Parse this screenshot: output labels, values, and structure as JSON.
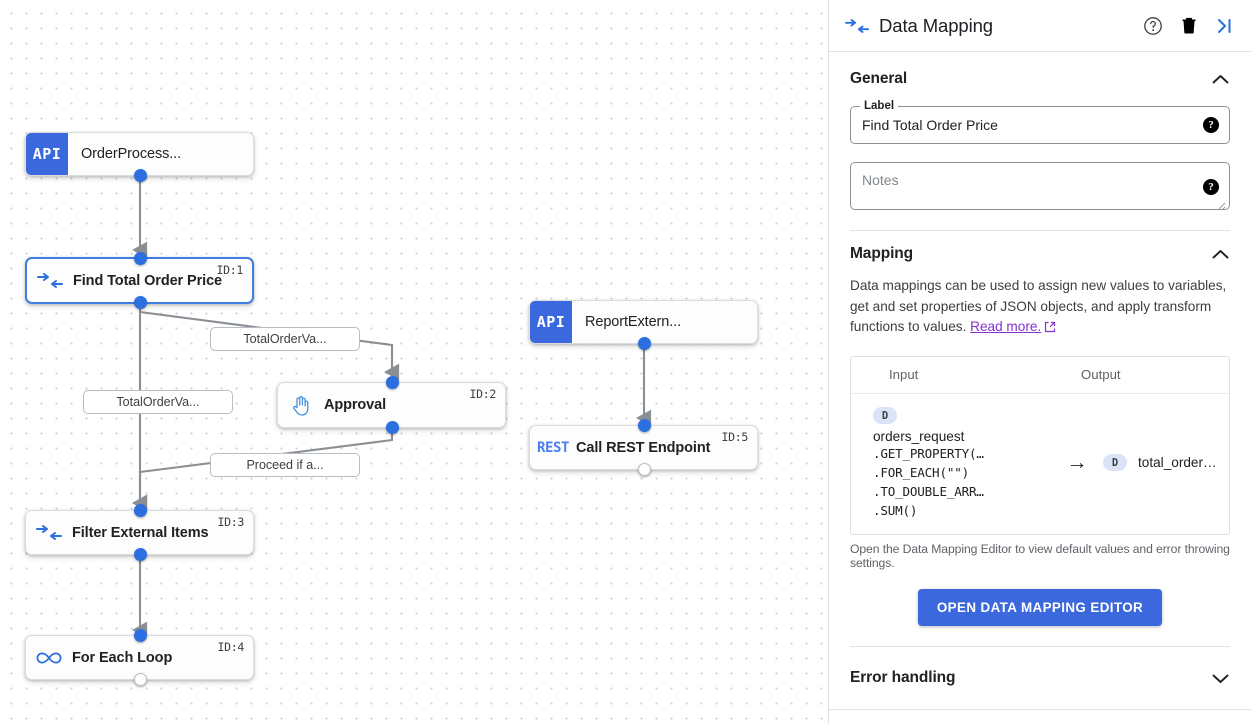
{
  "canvas": {
    "nodes": [
      {
        "id": "n0",
        "kind": "api",
        "badge": "API",
        "label": "OrderProcess...",
        "id_tag": "",
        "selected": false
      },
      {
        "id": "n1",
        "kind": "mapping",
        "badge": "",
        "label": "Find Total Order Price",
        "id_tag": "ID:1",
        "selected": true
      },
      {
        "id": "n2",
        "kind": "approval",
        "badge": "",
        "label": "Approval",
        "id_tag": "ID:2",
        "selected": false
      },
      {
        "id": "n3",
        "kind": "mapping",
        "badge": "",
        "label": "Filter External Items",
        "id_tag": "ID:3",
        "selected": false
      },
      {
        "id": "n4",
        "kind": "loop",
        "badge": "",
        "label": "For Each Loop",
        "id_tag": "ID:4",
        "selected": false
      },
      {
        "id": "n5",
        "kind": "api",
        "badge": "API",
        "label": "ReportExtern...",
        "id_tag": "",
        "selected": false
      },
      {
        "id": "n6",
        "kind": "rest",
        "badge": "REST",
        "label": "Call REST Endpoint",
        "id_tag": "ID:5",
        "selected": false
      }
    ],
    "edge_labels": [
      {
        "id": "e1",
        "text": "TotalOrderVa..."
      },
      {
        "id": "e2",
        "text": "TotalOrderVa..."
      },
      {
        "id": "e3",
        "text": "Proceed if a..."
      }
    ]
  },
  "panel": {
    "title": "Data Mapping",
    "icons": {
      "header": "data-mapping-icon",
      "help": "help-circle-icon",
      "delete": "trash-icon",
      "collapse": "collapse-panel-icon"
    },
    "general": {
      "title": "General",
      "label_legend": "Label",
      "label_value": "Find Total Order Price",
      "notes_placeholder": "Notes",
      "notes_value": "",
      "help_glyph": "?"
    },
    "mapping": {
      "title": "Mapping",
      "description": "Data mappings can be used to assign new values to variables, get and set properties of JSON objects, and apply transform functions to values.",
      "link_text": "Read more.",
      "columns": {
        "input": "Input",
        "output": "Output"
      },
      "row": {
        "input_chip": "D",
        "input_var": "orders_request",
        "input_expr": [
          ".GET_PROPERTY(…",
          ".FOR_EACH(\"\")",
          ".TO_DOUBLE_ARR…",
          ".SUM()"
        ],
        "arrow": "→",
        "output_chip": "D",
        "output_var": "total_order…"
      },
      "note": "Open the Data Mapping Editor to view default values and error throwing settings.",
      "button_label": "OPEN DATA MAPPING EDITOR"
    },
    "error_handling": {
      "title": "Error handling"
    }
  },
  "colors": {
    "accent_blue": "#3b68dd",
    "port_blue": "#2b6fe0",
    "link_purple": "#8430ce",
    "chip_bg": "#dae3f7"
  }
}
